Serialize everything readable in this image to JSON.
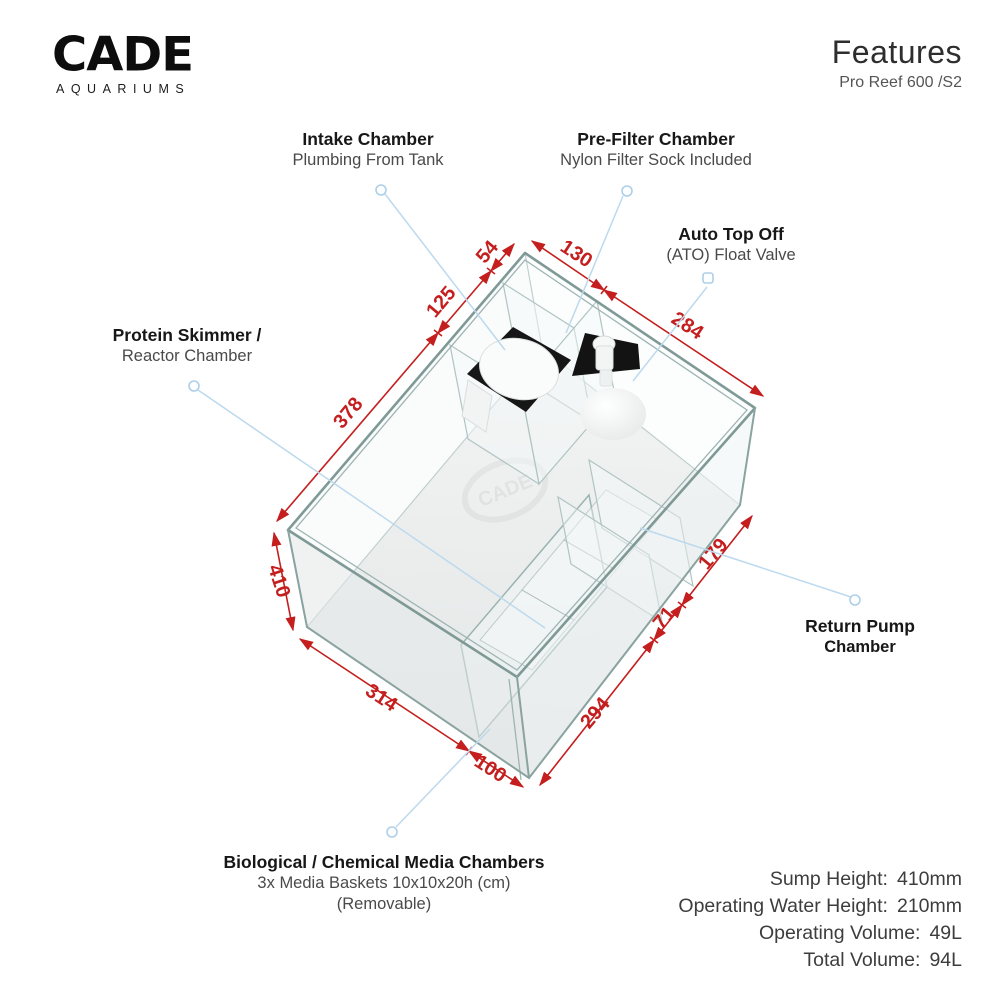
{
  "brand": {
    "name": "CADE",
    "tagline": "AQUARIUMS"
  },
  "header": {
    "title": "Features",
    "subtitle": "Pro Reef 600 /S2"
  },
  "callouts": {
    "intake": {
      "title": "Intake Chamber",
      "subtitle": "Plumbing From Tank"
    },
    "prefilter": {
      "title": "Pre-Filter Chamber",
      "subtitle": "Nylon Filter Sock Included"
    },
    "ato": {
      "title": "Auto Top Off",
      "subtitle": "(ATO) Float Valve"
    },
    "skimmer": {
      "title": "Protein Skimmer /",
      "subtitle": "Reactor Chamber"
    },
    "return_pump": {
      "title": "Return Pump",
      "subtitle": "Chamber"
    },
    "media": {
      "title": "Biological / Chemical Media Chambers",
      "subtitle": "3x Media Baskets 10x10x20h (cm)",
      "note": "(Removable)"
    }
  },
  "dims": {
    "top_left": [
      "54",
      "125",
      "378"
    ],
    "top_right": [
      "130",
      "284"
    ],
    "height": [
      "410"
    ],
    "bottom_left": [
      "314",
      "100"
    ],
    "bottom_right": [
      "294",
      "71",
      "179"
    ]
  },
  "specs": {
    "rows": [
      {
        "label": "Sump Height:",
        "value": "410mm"
      },
      {
        "label": "Operating Water Height:",
        "value": "210mm"
      },
      {
        "label": "Operating Volume:",
        "value": "49L"
      },
      {
        "label": "Total Volume:",
        "value": "94L"
      }
    ]
  },
  "colors": {
    "accent_red": "#c41e1e",
    "leader_blue": "#bcd9ee",
    "glass_edge": "#7e9996"
  }
}
